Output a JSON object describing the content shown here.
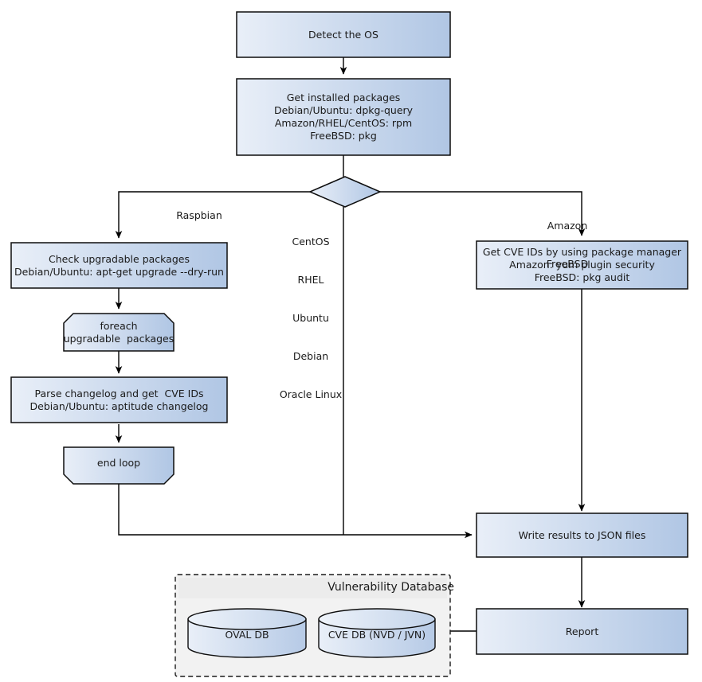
{
  "diagram": {
    "title": "Vulnerability scan workflow",
    "colors": {
      "node_fill_light": "#e9eff8",
      "node_fill_dark": "#b0c6e4",
      "node_stroke": "#0d0d0d",
      "group_fill": "#f2f2f2",
      "group_header_fill": "#ececec",
      "group_stroke": "#1a1a1a",
      "edge_stroke": "#000000",
      "text": "#1a1a1a"
    }
  },
  "nodes": {
    "detect_os": {
      "label": "Detect the OS",
      "lines": [
        "Detect the OS"
      ],
      "shape": "rectangle"
    },
    "get_installed_packages": {
      "label": "Get installed packages",
      "lines": [
        "Get installed packages",
        "Debian/Ubuntu: dpkg-query",
        "Amazon/RHEL/CentOS: rpm",
        "FreeBSD: pkg"
      ],
      "shape": "rectangle"
    },
    "os_decision": {
      "label": "",
      "lines": [],
      "shape": "diamond"
    },
    "check_upgradable": {
      "label": "Check upgradable packages",
      "lines": [
        "Check upgradable packages",
        "Debian/Ubuntu: apt-get upgrade --dry-run"
      ],
      "shape": "rectangle"
    },
    "foreach_loop": {
      "label": "foreach upgradable packages",
      "lines": [
        "foreach",
        "upgradable  packages"
      ],
      "shape": "loop-start"
    },
    "parse_changelog": {
      "label": "Parse changelog and get CVE IDs",
      "lines": [
        "Parse changelog and get  CVE IDs",
        "Debian/Ubuntu: aptitude changelog"
      ],
      "shape": "rectangle"
    },
    "end_loop": {
      "label": "end loop",
      "lines": [
        "end loop"
      ],
      "shape": "loop-end"
    },
    "get_cve_ids_pkg_manager": {
      "label": "Get CVE IDs by using package manager",
      "lines": [
        "Get CVE IDs by using package manager",
        "Amazon: yum plugin security",
        "FreeBSD: pkg audit"
      ],
      "shape": "rectangle"
    },
    "write_results": {
      "label": "Write results to JSON files",
      "lines": [
        "Write results to JSON files"
      ],
      "shape": "rectangle"
    },
    "report": {
      "label": "Report",
      "lines": [
        "Report"
      ],
      "shape": "rectangle"
    },
    "oval_db": {
      "label": "OVAL DB",
      "lines": [
        "OVAL DB"
      ],
      "shape": "cylinder"
    },
    "cve_db": {
      "label": "CVE DB (NVD / JVN)",
      "lines": [
        "CVE DB (NVD / JVN)"
      ],
      "shape": "cylinder"
    }
  },
  "groups": {
    "vulnerability_database": {
      "title": "Vulnerability Database"
    }
  },
  "edge_labels": {
    "raspbian": {
      "lines": [
        "Raspbian"
      ],
      "text": "Raspbian"
    },
    "center_os_list": {
      "lines": [
        "CentOS",
        "RHEL",
        "Ubuntu",
        "Debian",
        "Oracle Linux"
      ],
      "text": "CentOS\nRHEL\nUbuntu\nDebian\nOracle Linux"
    },
    "amazon_freebsd": {
      "lines": [
        "Amazon",
        "FreeBSD"
      ],
      "text": "Amazon\nFreeBSD"
    }
  }
}
